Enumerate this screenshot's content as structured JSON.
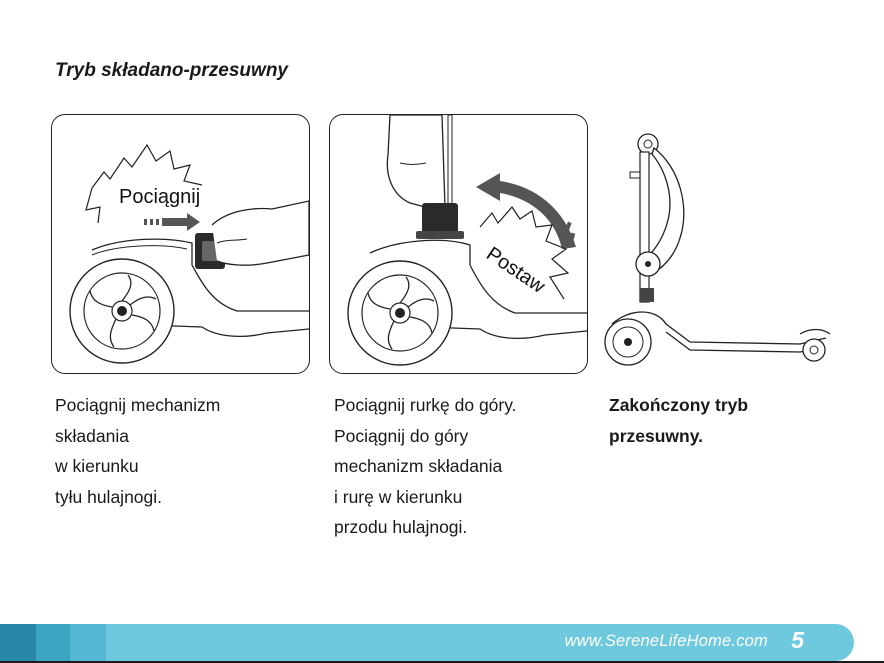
{
  "heading": "Tryb składano-przesuwny",
  "panels": [
    {
      "label": "Pociągnij"
    },
    {
      "label": "Postaw"
    }
  ],
  "captions": [
    {
      "lines": [
        "Pociągnij mechanizm",
        "składania",
        "w kierunku",
        "tyłu hulajnogi."
      ]
    },
    {
      "lines": [
        "Pociągnij rurkę do góry.",
        "Pociągnij do góry",
        "mechanizm składania",
        "i rurę w kierunku",
        "przodu hulajnogi."
      ]
    },
    {
      "lines": [
        "Zakończony tryb",
        "przesuwny."
      ]
    }
  ],
  "footer": {
    "website": "www.SereneLifeHome.com",
    "page_number": "5"
  },
  "colors": {
    "footer_band": "#6ec8de",
    "footer_dark": "#2a87a8",
    "footer_mid": "#3ca5c4",
    "footer_light": "#56b7d2",
    "arrow": "#555555"
  }
}
